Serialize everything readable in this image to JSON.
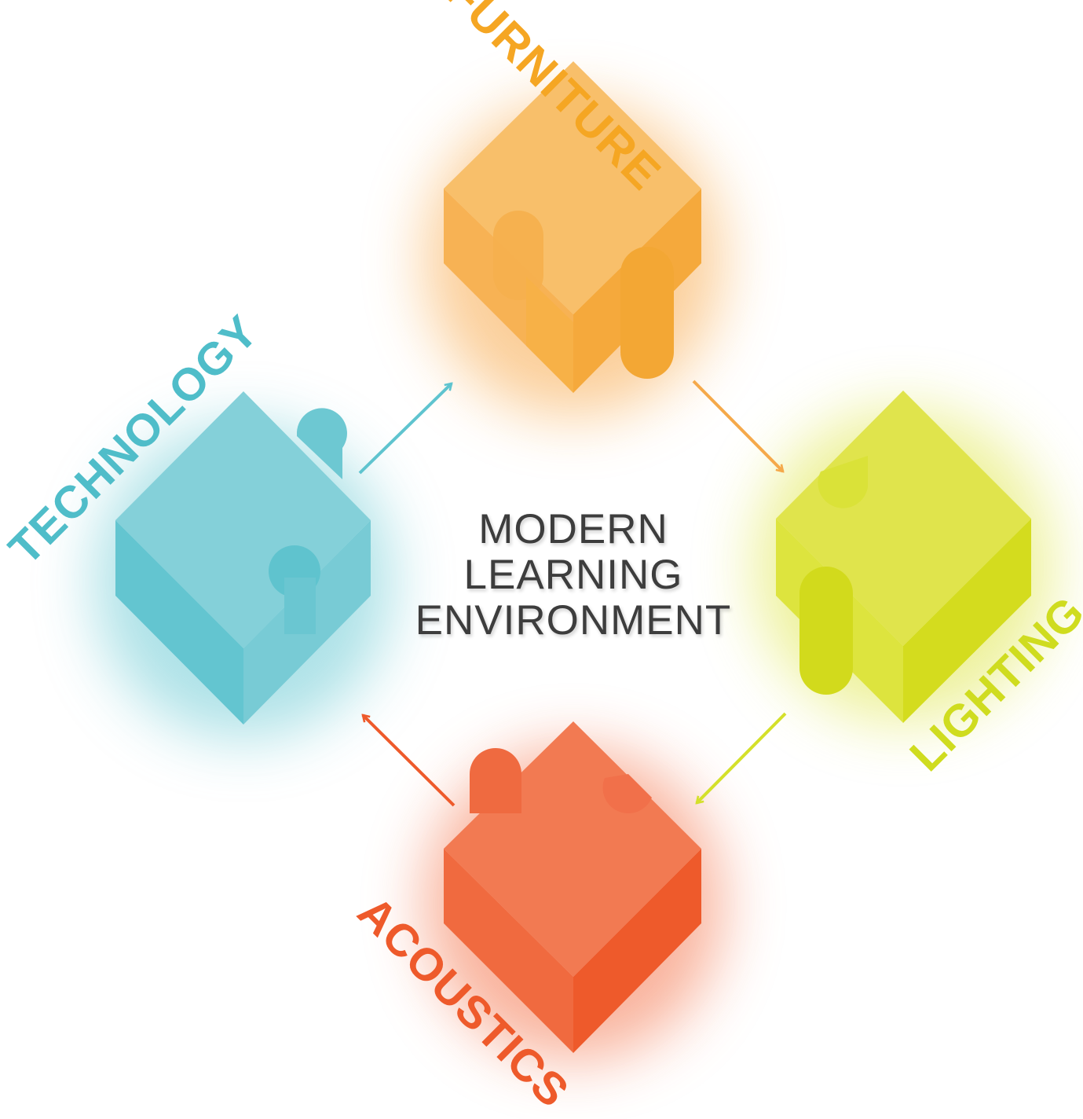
{
  "title_lines": [
    "MODERN",
    "LEARNING",
    "ENVIRONMENT"
  ],
  "pieces": {
    "furniture": {
      "label": "FURNITURE",
      "color": "#f5a623",
      "top": "#f8bf6a",
      "left": "#f7b55a",
      "right": "#f3a836"
    },
    "lighting": {
      "label": "LIGHTING",
      "color": "#cfdc1f",
      "top": "#e0e44c",
      "left": "#dde43e",
      "right": "#d4dc1e"
    },
    "acoustics": {
      "label": "ACOUSTICS",
      "color": "#ee5a2b",
      "top": "#f27a52",
      "left": "#f06a3f",
      "right": "#ee5a2b"
    },
    "technology": {
      "label": "TECHNOLOGY",
      "color": "#4fbdc9",
      "top": "#84d0d9",
      "left": "#63c5d0",
      "right": "#78cbd5"
    }
  },
  "flow": [
    "technology",
    "furniture",
    "lighting",
    "acoustics",
    "technology"
  ]
}
